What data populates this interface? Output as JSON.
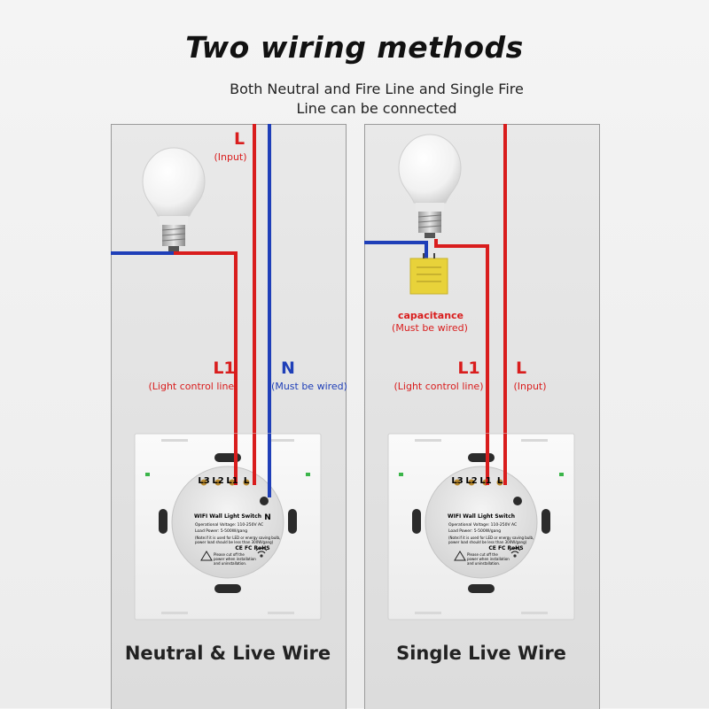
{
  "title": "Two wiring methods",
  "subtitle_line1": "Both Neutral and Fire Line and Single Fire",
  "subtitle_line2": "Line can be connected",
  "colors": {
    "live": "#d91d1d",
    "neutral": "#1f3fb8",
    "capacitor": "#e8d23a"
  },
  "left_panel": {
    "caption": "Neutral & Live Wire",
    "live_label": "L",
    "live_note": "(Input)",
    "l1_label": "L1",
    "l1_note": "(Light control line)",
    "n_label": "N",
    "n_note": "(Must be wired)"
  },
  "right_panel": {
    "caption": "Single Live Wire",
    "capacitor_label": "capacitance",
    "capacitor_note": "(Must be wired)",
    "l1_label": "L1",
    "l1_note": "(Light control line)",
    "live_label": "L",
    "live_note": "(Input)"
  },
  "switch_module": {
    "terminal_labels": [
      "L3",
      "L2",
      "L1",
      "L"
    ],
    "neutral_terminal": "N",
    "product_name": "WIFI Wall Light Switch",
    "spec_voltage": "Operational Voltage: 110-250V AC",
    "spec_power": "Load Power: 5-500W/gang",
    "spec_note1": "(Note:if it is used for LED or energy saving bulb,",
    "spec_note2": "power load should be less than 300W/gang)",
    "cert_marks": "CE FC RoHS",
    "warning_text1": "Please cut off the",
    "warning_text2": "power when installation",
    "warning_text3": "and uninstallation."
  }
}
